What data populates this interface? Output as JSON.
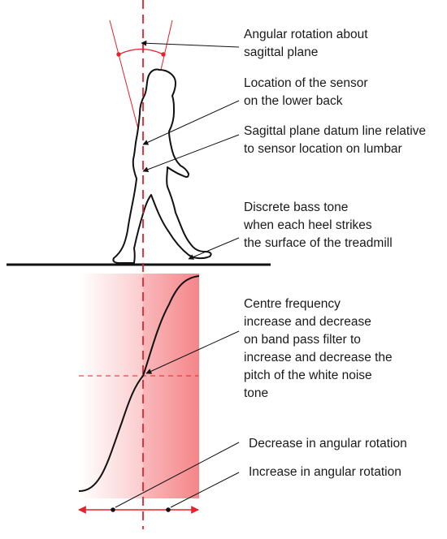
{
  "labels": {
    "angular_rotation": [
      "Angular rotation about",
      "sagittal plane"
    ],
    "sensor_location": [
      "Location of the sensor",
      "on the lower back"
    ],
    "datum_line": [
      "Sagittal plane datum line relative",
      "to sensor location on lumbar"
    ],
    "bass_tone": [
      "Discrete bass tone",
      "when each heel strikes",
      "the surface of the treadmill"
    ],
    "centre_frequency": [
      "Centre frequency",
      "increase and decrease",
      "on band pass filter to",
      "increase and decrease the",
      "pitch of the white noise",
      "tone"
    ],
    "decrease_rotation": "Decrease in angular rotation",
    "increase_rotation": "Increase in angular rotation"
  },
  "colors": {
    "accent_red": "#e8202a",
    "gradient_red": "#f47f83",
    "line_black": "#111111"
  }
}
